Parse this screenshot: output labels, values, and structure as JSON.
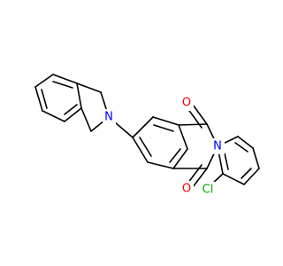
{
  "molecule": {
    "atom_labels": [
      {
        "id": "o-top",
        "text": "O",
        "color": "#ff0000"
      },
      {
        "id": "o-bottom",
        "text": "O",
        "color": "#ff0000"
      },
      {
        "id": "n-imide",
        "text": "N",
        "color": "#0000ff"
      },
      {
        "id": "n-isoindoline",
        "text": "N",
        "color": "#0000ff"
      },
      {
        "id": "cl",
        "text": "Cl",
        "color": "#00aa00"
      }
    ]
  }
}
